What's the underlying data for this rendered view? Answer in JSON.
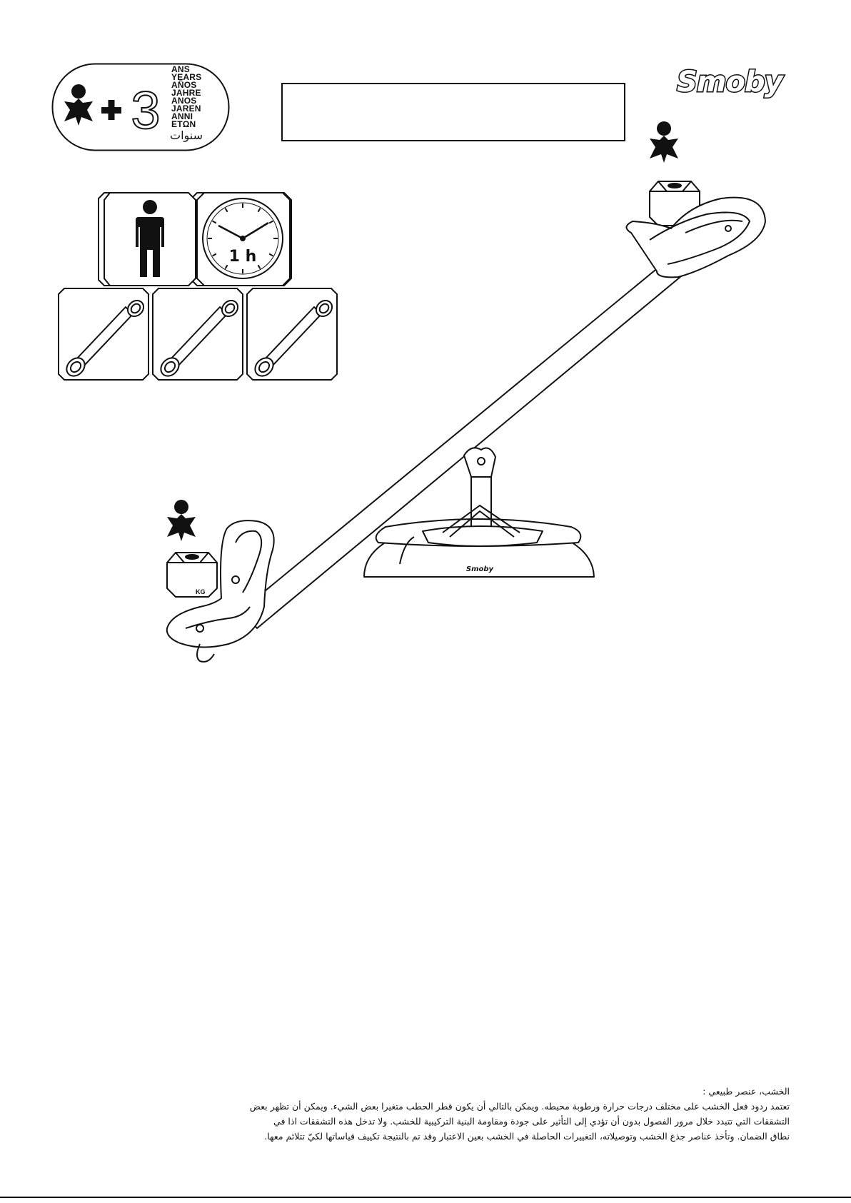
{
  "age_badge": {
    "plus": "+",
    "age": "3",
    "languages": [
      "ANS",
      "YEARS",
      "AÑOS",
      "JAHRE",
      "ANOS",
      "JAREN",
      "ANNI",
      "ETΩN"
    ],
    "arabic": "سنوات"
  },
  "brand": {
    "name": "Smoby"
  },
  "assembly": {
    "time_label": "1 h",
    "adults": 1,
    "tools": 3
  },
  "seesaw": {
    "seat_kg_label": "KG",
    "base_logo": "Smoby"
  },
  "notice": {
    "lines": [
      "الخشب، عنصر طبيعي :",
      "تعتمد ردود فعل الخشب على مختلف درجات حرارة ورطوبة محيطه. ويمكن بالتالي أن يكون قطر الحطب متغيرا بعض الشيء. ويمكن أن تظهر بعض",
      "التشققات التي تتبدد خلال مرور الفصول بدون أن تؤدي إلى التأثير على جودة ومقاومة البنية التركيبية للخشب. ولا تدخل هذه التشققات اذا في",
      "نطاق الضمان. وتأخذ عناصر جذع الخشب وتوصيلاته، التغييرات الحاصلة في الخشب بعين الاعتبار وقد تم بالنتيجة تكييف قياساتها لكيّ تتلائم معها."
    ]
  },
  "icons": {
    "child": "child-figure-icon",
    "adult": "adult-figure-icon",
    "clock": "clock-icon",
    "wrench": "box-wrench-icon",
    "weight": "weight-icon"
  }
}
